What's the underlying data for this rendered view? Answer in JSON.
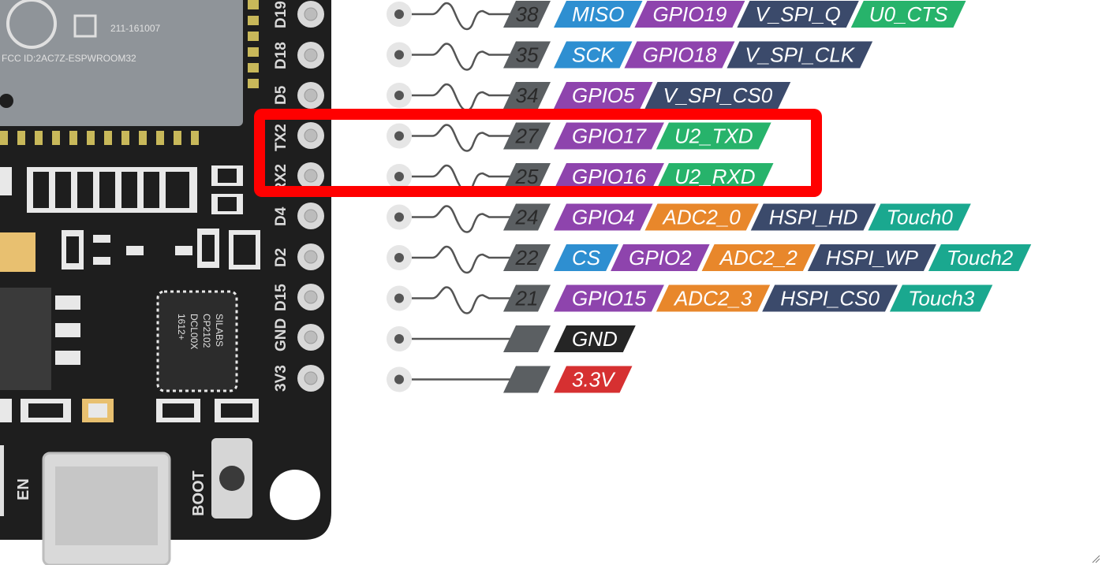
{
  "colors": {
    "board": "#1e1e1e",
    "grey": "#5b5f62",
    "blue": "#2e8fd1",
    "purple": "#8e44ad",
    "navy": "#3b4a6b",
    "green": "#27b36b",
    "orange": "#e8872b",
    "teal": "#1aa88f",
    "black": "#252525",
    "red": "#d63031",
    "highlight": "#ff0000"
  },
  "board": {
    "pin_names": [
      "D19",
      "D18",
      "D5",
      "TX2",
      "RX2",
      "D4",
      "D2",
      "D15",
      "GND",
      "3V3"
    ],
    "module_line1": "211-161007",
    "module_line2": "FCC ID:2AC7Z-ESPWROOM32",
    "en_label": "EN",
    "boot_label": "BOOT",
    "chip_lines": [
      "SILABS",
      "CP2102",
      "DCL00X",
      "1612+"
    ]
  },
  "pins": [
    {
      "num": "38",
      "wave": true,
      "labels": [
        {
          "text": "MISO",
          "color": "blue"
        },
        {
          "text": "GPIO19",
          "color": "purple"
        },
        {
          "text": "V_SPI_Q",
          "color": "navy"
        },
        {
          "text": "U0_CTS",
          "color": "green"
        }
      ]
    },
    {
      "num": "35",
      "wave": true,
      "labels": [
        {
          "text": "SCK",
          "color": "blue"
        },
        {
          "text": "GPIO18",
          "color": "purple"
        },
        {
          "text": "V_SPI_CLK",
          "color": "navy"
        }
      ]
    },
    {
      "num": "34",
      "wave": true,
      "labels": [
        {
          "text": "GPIO5",
          "color": "purple"
        },
        {
          "text": "V_SPI_CS0",
          "color": "navy"
        }
      ]
    },
    {
      "num": "27",
      "wave": true,
      "labels": [
        {
          "text": "GPIO17",
          "color": "purple"
        },
        {
          "text": "U2_TXD",
          "color": "green"
        }
      ]
    },
    {
      "num": "25",
      "wave": true,
      "labels": [
        {
          "text": "GPIO16",
          "color": "purple"
        },
        {
          "text": "U2_RXD",
          "color": "green"
        }
      ]
    },
    {
      "num": "24",
      "wave": true,
      "labels": [
        {
          "text": "GPIO4",
          "color": "purple"
        },
        {
          "text": "ADC2_0",
          "color": "orange"
        },
        {
          "text": "HSPI_HD",
          "color": "navy"
        },
        {
          "text": "Touch0",
          "color": "teal"
        }
      ]
    },
    {
      "num": "22",
      "wave": true,
      "labels": [
        {
          "text": "CS",
          "color": "blue"
        },
        {
          "text": "GPIO2",
          "color": "purple"
        },
        {
          "text": "ADC2_2",
          "color": "orange"
        },
        {
          "text": "HSPI_WP",
          "color": "navy"
        },
        {
          "text": "Touch2",
          "color": "teal"
        }
      ]
    },
    {
      "num": "21",
      "wave": true,
      "labels": [
        {
          "text": "GPIO15",
          "color": "purple"
        },
        {
          "text": "ADC2_3",
          "color": "orange"
        },
        {
          "text": "HSPI_CS0",
          "color": "navy"
        },
        {
          "text": "Touch3",
          "color": "teal"
        }
      ]
    },
    {
      "num": "",
      "wave": false,
      "labels": [
        {
          "text": "GND",
          "color": "black"
        }
      ]
    },
    {
      "num": "",
      "wave": false,
      "labels": [
        {
          "text": "3.3V",
          "color": "red"
        }
      ]
    }
  ]
}
